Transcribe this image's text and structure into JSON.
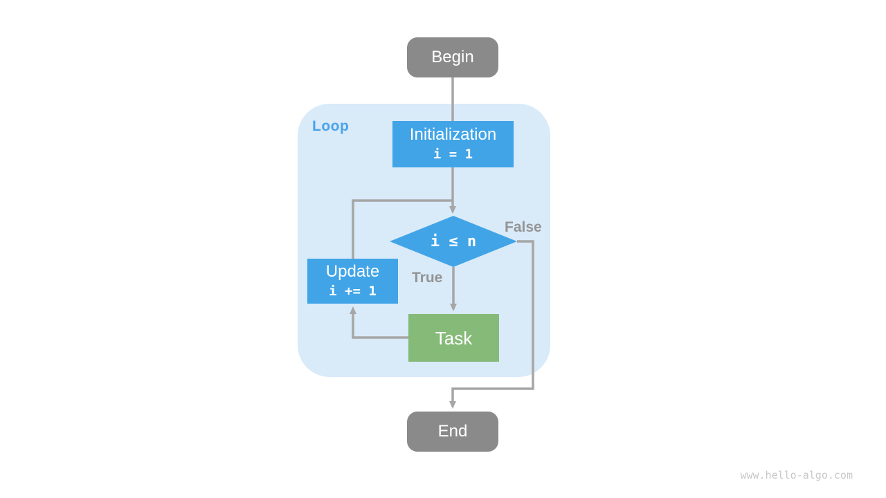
{
  "diagram": {
    "nodes": {
      "begin": {
        "label": "Begin"
      },
      "initialization": {
        "label": "Initialization",
        "code": "i = 1"
      },
      "condition": {
        "label": "i ≤ n"
      },
      "update": {
        "label": "Update",
        "code": "i += 1"
      },
      "task": {
        "label": "Task"
      },
      "end": {
        "label": "End"
      }
    },
    "container_label": "Loop",
    "edge_labels": {
      "true": "True",
      "false": "False"
    }
  },
  "watermark": "www.hello-algo.com",
  "colors": {
    "terminal-gray": "#8a8a8a",
    "process-blue": "#41a4e7",
    "task-green": "#86ba79",
    "loop-bg": "#d9eaf9",
    "loop-label": "#4aa3e8",
    "arrow-gray": "#a6a6a6",
    "edge-label-gray": "#949494",
    "watermark-gray": "#c8c8c8",
    "text-white": "#ffffff"
  }
}
